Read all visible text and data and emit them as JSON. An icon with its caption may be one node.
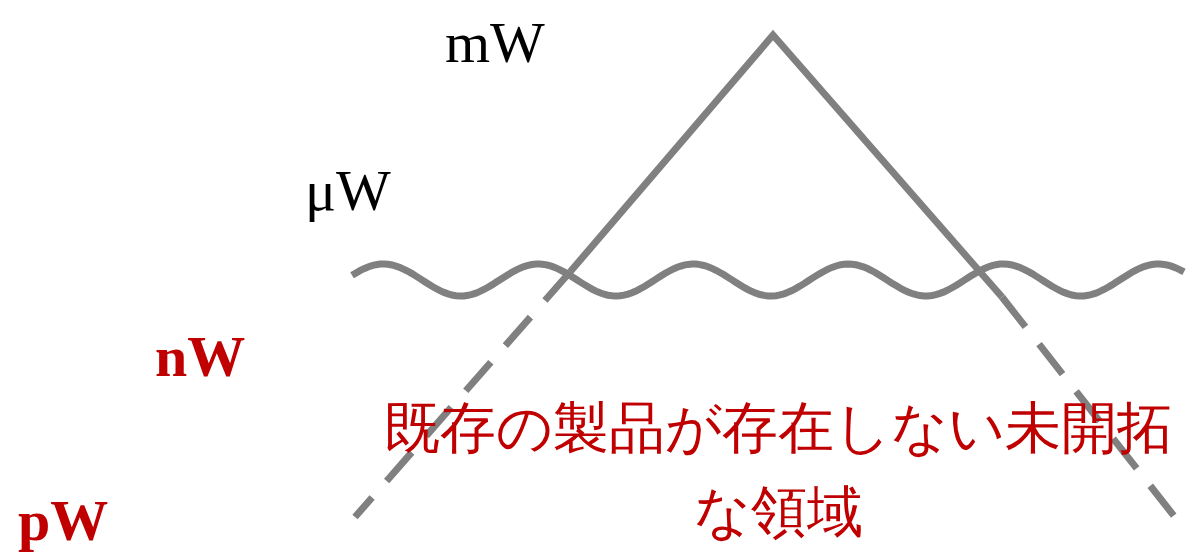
{
  "diagram": {
    "labels": [
      "mW",
      "μW",
      "nW",
      "pW",
      "既存の製品が存在しない未開拓な領域"
    ]
  }
}
